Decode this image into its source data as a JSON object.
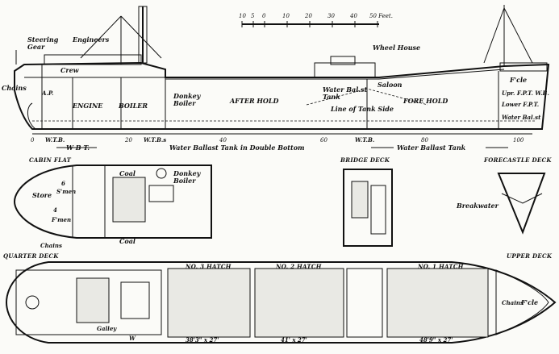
{
  "scale_bar": {
    "ticks": [
      "10",
      "5",
      "0",
      "10",
      "20",
      "30",
      "40",
      "50 Feet."
    ]
  },
  "profile": {
    "labels": {
      "steering_gear": "Steering\nGear",
      "engineers": "Engineers",
      "crew": "Crew",
      "chains": "Chains",
      "ap": "A.P.",
      "engine": "ENGINE",
      "boiler": "BOILER",
      "donkey_boiler": "Donkey\nBoiler",
      "after_hold": "AFTER HOLD",
      "fore_hold": "FORE HOLD",
      "wheel_house": "Wheel House",
      "saloon": "Saloon",
      "water_ballast_tank": "Water Bal.st\nTank",
      "line_of_tank_side": "Line of Tank Side",
      "fcle": "F'cle",
      "upper_fpt": "Upr. F.P.T. W.B.",
      "lower_fpt": "Lower F.P.T.",
      "water_bal": "Water Bal.st"
    },
    "frame_numbers": [
      "0",
      "20",
      "40",
      "60",
      "80",
      "100"
    ],
    "bottom_labels": {
      "wtb1": "W.T.B.",
      "wtb2": "W.T.B.s",
      "wtb3": "W.T.B.",
      "wbt": "W B T.",
      "wbt_double_bottom": "Water Ballast Tank in Double Bottom",
      "wbt_fore": "Water Ballast Tank"
    }
  },
  "cabin_flat": {
    "title": "CABIN FLAT",
    "labels": {
      "store": "Store",
      "men6": "6",
      "smen": "S'men",
      "fmen": "F'men",
      "men4": "4",
      "chains": "Chains",
      "coal_top": "Coal",
      "coal_bottom": "Coal",
      "donkey_boiler": "Donkey\nBoiler"
    }
  },
  "bridge_deck": {
    "title": "BRIDGE DECK"
  },
  "forecastle_deck": {
    "title": "FORECASTLE DECK",
    "labels": {
      "breakwater": "Breakwater"
    }
  },
  "quarter_deck": {
    "title": "QUARTER DECK",
    "labels": {
      "galley": "Galley",
      "w": "W"
    }
  },
  "upper_deck": {
    "title": "UPPER DECK",
    "hatches": [
      {
        "name": "NO. 3 HATCH",
        "size": "38'3\" x 27'"
      },
      {
        "name": "NO. 2 HATCH",
        "size": "41' x 27'"
      },
      {
        "name": "NO. 1 HATCH",
        "size": "48'9\" x 27'"
      }
    ],
    "labels": {
      "chains": "Chains",
      "fcle": "F'cle"
    }
  }
}
